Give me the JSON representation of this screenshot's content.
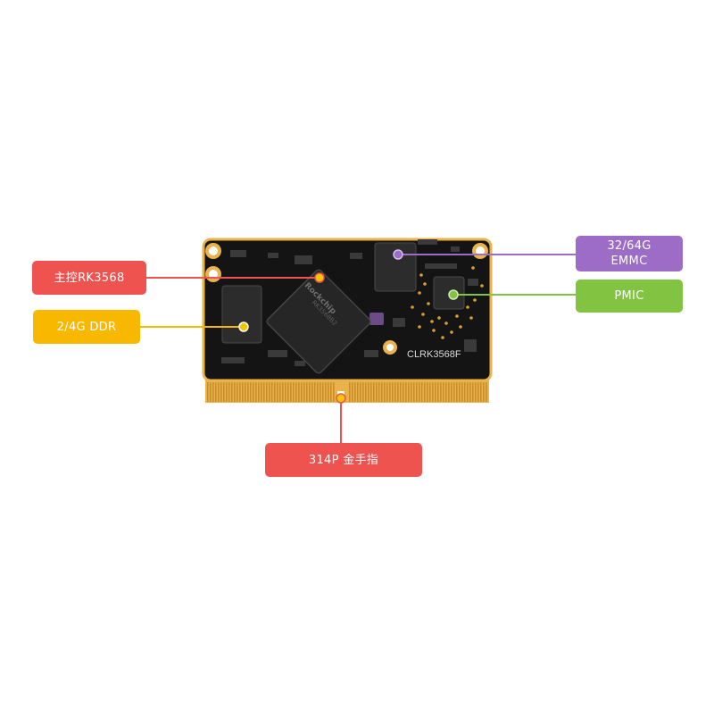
{
  "board": {
    "silkscreen_model": "CLRK3568F",
    "chip_brand": "Rockchip",
    "chip_part": "RK3568B2"
  },
  "callouts": {
    "soc": {
      "label": "主控RK3568",
      "color": "#ef5350"
    },
    "ddr": {
      "label": "2/4G DDR",
      "color": "#f9b800"
    },
    "emmc": {
      "line1": "32/64G",
      "line2": "EMMC",
      "color": "#9c6cc6"
    },
    "pmic": {
      "label": "PMIC",
      "color": "#82c341"
    },
    "gold_finger": {
      "label": "314P 金手指",
      "color": "#ef5350"
    }
  },
  "colors": {
    "pcb": "#141414",
    "gold": "#e9b24a",
    "chip": "#2c2c2c",
    "dot": "#f6c400"
  }
}
